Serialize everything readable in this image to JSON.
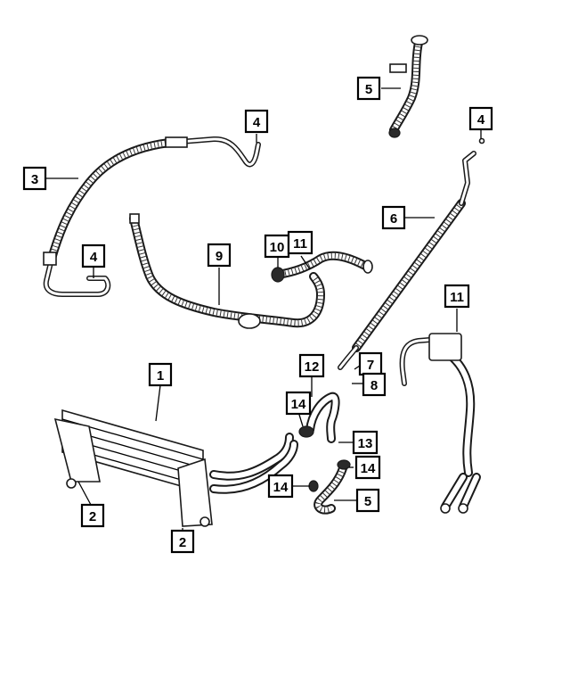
{
  "callouts": [
    {
      "id": "c1",
      "label": "1"
    },
    {
      "id": "c2a",
      "label": "2"
    },
    {
      "id": "c2b",
      "label": "2"
    },
    {
      "id": "c3",
      "label": "3"
    },
    {
      "id": "c4a",
      "label": "4"
    },
    {
      "id": "c4b",
      "label": "4"
    },
    {
      "id": "c4c",
      "label": "4"
    },
    {
      "id": "c5a",
      "label": "5"
    },
    {
      "id": "c5b",
      "label": "5"
    },
    {
      "id": "c6",
      "label": "6"
    },
    {
      "id": "c7",
      "label": "7"
    },
    {
      "id": "c8",
      "label": "8"
    },
    {
      "id": "c9",
      "label": "9"
    },
    {
      "id": "c10",
      "label": "10"
    },
    {
      "id": "c11a",
      "label": "11"
    },
    {
      "id": "c11b",
      "label": "11"
    },
    {
      "id": "c12",
      "label": "12"
    },
    {
      "id": "c13",
      "label": "13"
    },
    {
      "id": "c14a",
      "label": "14"
    },
    {
      "id": "c14b",
      "label": "14"
    },
    {
      "id": "c14c",
      "label": "14"
    }
  ]
}
